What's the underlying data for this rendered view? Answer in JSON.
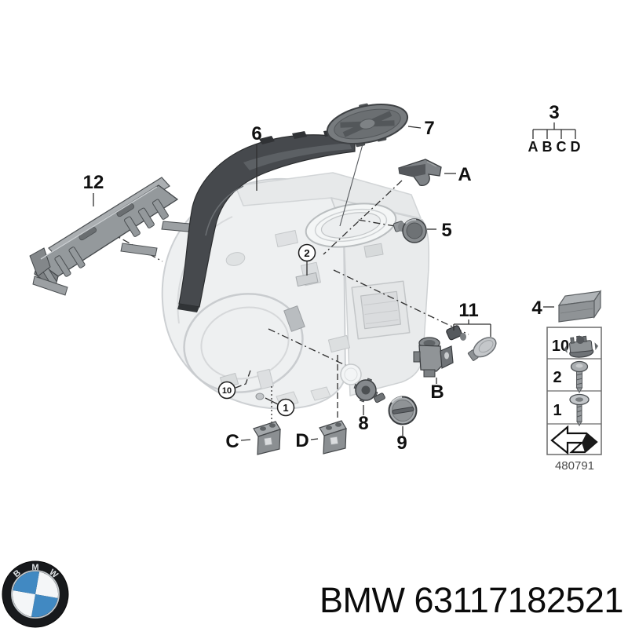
{
  "page": {
    "background": "#ffffff"
  },
  "footer": {
    "part_number": "BMW 63117182521"
  },
  "logo": {
    "letters": {
      "b": "B",
      "m": "M",
      "w": "W"
    },
    "colors": {
      "ring": "#17191c",
      "blue": "#4189c2",
      "white": "#f4f6f8"
    }
  },
  "diagram": {
    "drawing_number": "480791",
    "callouts": {
      "n12": "12",
      "n6": "6",
      "n7": "7",
      "n5": "5",
      "n11": "11",
      "n4": "4",
      "n8": "8",
      "n9": "9",
      "A": "A",
      "B": "B",
      "C": "C",
      "D": "D"
    },
    "circled": {
      "c2": "2",
      "c10": "10",
      "c1": "1"
    },
    "variant_tree": {
      "root": "3",
      "options": [
        "A",
        "B",
        "C",
        "D"
      ]
    },
    "legend": {
      "rows": [
        "10",
        "2",
        "1"
      ],
      "icon": "direction-of-travel-arrow"
    },
    "colors": {
      "part_dark": "#46494d",
      "part_mid": "#8b9094",
      "ghost_fill": "#eef0f1",
      "ghost_line": "#ccd0d2"
    }
  }
}
